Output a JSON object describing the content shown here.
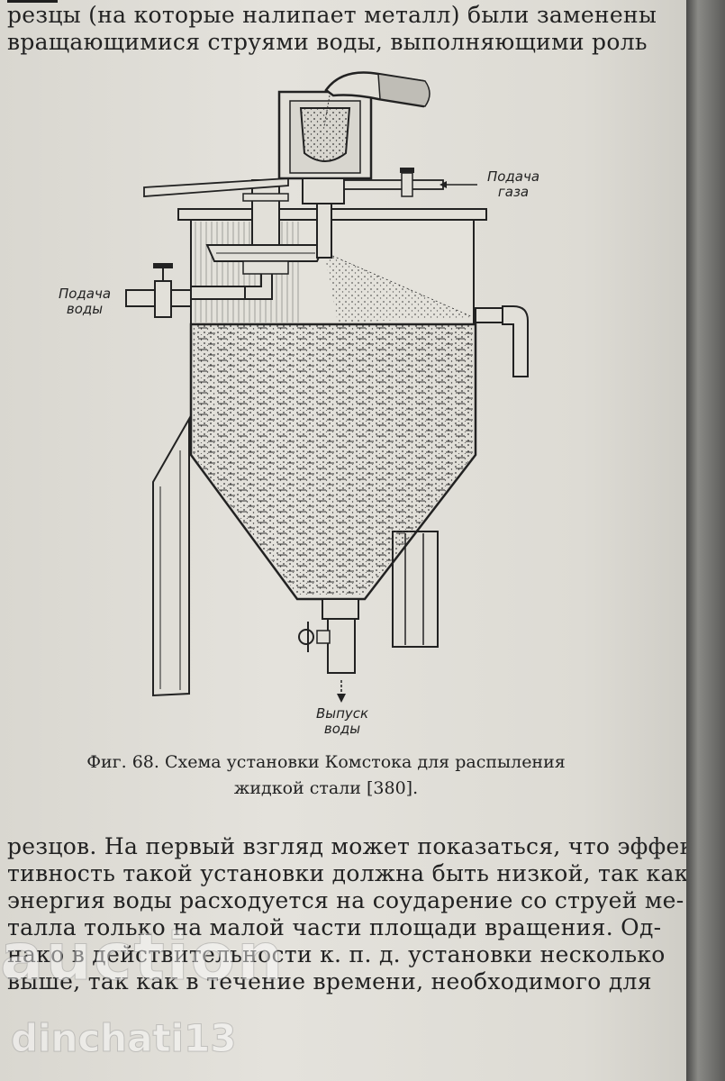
{
  "top_text": {
    "line1": "резцы (на которые налипает металл) были заменены",
    "line2": "вращающимися струями воды, выполняющими роль"
  },
  "diagram": {
    "label_gas": "Подача газа",
    "label_water_in": "Подача воды",
    "label_water_out": "Выпуск воды"
  },
  "caption": {
    "line1": "Фиг. 68. Схема установки Комстока для распыления",
    "line2": "жидкой стали [380]."
  },
  "body_text": {
    "line1": "резцов. На первый взгляд может показаться, что эффек-",
    "line2": "тивность такой установки должна быть низкой, так как",
    "line3": "энергия воды расходуется на соударение со струей ме-",
    "line4": "талла только на малой части площади вращения. Од-",
    "line5": "нако в действительности к. п. д. установки несколько",
    "line6": "выше, так как в течение времени, необходимого для"
  },
  "watermark": {
    "brand": "auction",
    "seller": "dinchati13"
  }
}
